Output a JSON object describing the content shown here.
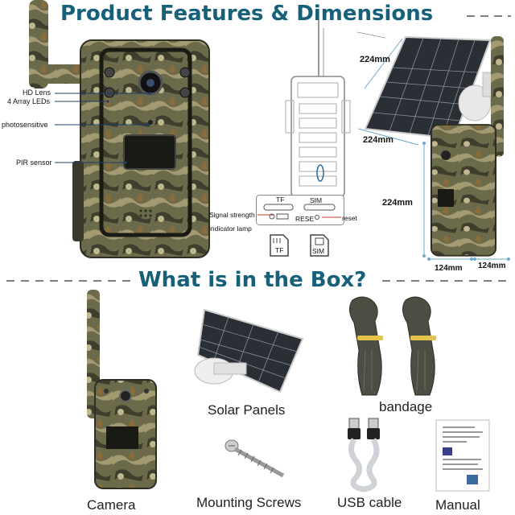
{
  "section1": {
    "heading": "Product Features & Dimensions"
  },
  "camera_callouts": {
    "hd_lens": "HD Lens",
    "array_leds": "4 Array LEDs",
    "photosensitive": "photosensitive",
    "pir_sensor": "PIR sensor"
  },
  "slot_diagram": {
    "tf": "TF",
    "sim": "SIM",
    "reset_button": "RESE",
    "reset": "reset",
    "signal_strength": "Signal strength",
    "indicator_lamp": "indicator lamp",
    "tf_card": "TF",
    "sim_card": "SIM"
  },
  "dimensions": {
    "panel_width": "224mm",
    "panel_height": "224mm",
    "camera_height": "224mm",
    "camera_width": "124mm",
    "camera_depth": "124mm"
  },
  "section2": {
    "heading": "What is in the Box?"
  },
  "box_items": {
    "camera": "Camera",
    "solar_panels": "Solar Panels",
    "bandage": "bandage",
    "mounting_screws": "Mounting Screws",
    "usb_cable": "USB cable",
    "manual": "Manual"
  },
  "colors": {
    "heading": "#17607a",
    "camo_base": "#6b6a4a",
    "camo_dark": "#3f3d2c",
    "camo_light": "#a49a72",
    "solar_cell": "#2a2f36",
    "strap": "#4b4e42"
  }
}
